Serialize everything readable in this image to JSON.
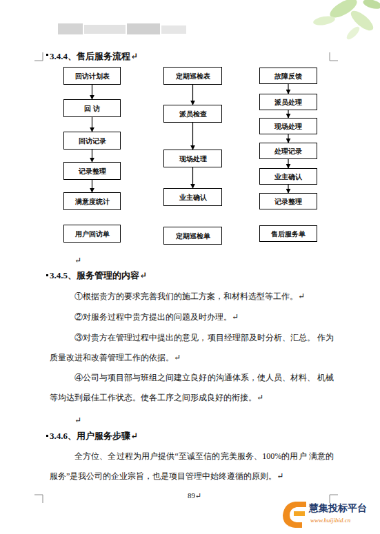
{
  "diagram": {
    "title": "3.4.4、售后服务流程↵",
    "nodes": [
      {
        "text": [
          "回访计划表"
        ]
      },
      {
        "text": [
          "回 访"
        ]
      },
      {
        "text": [
          "回访记录"
        ]
      },
      {
        "text": [
          "记录整理"
        ]
      },
      {
        "text": [
          "满意度统计"
        ]
      },
      {
        "text": [
          "用户回访单"
        ]
      },
      {
        "text": [
          "定期巡检表"
        ]
      },
      {
        "text": [
          "派员检查"
        ]
      },
      {
        "text": [
          "现场处理"
        ]
      },
      {
        "text": [
          "业主确认"
        ]
      },
      {
        "text": [
          "定期巡检单"
        ]
      },
      {
        "text": [
          "故障反馈"
        ]
      },
      {
        "text": [
          "派员处理"
        ]
      },
      {
        "text": [
          "现场处理"
        ]
      },
      {
        "text": [
          "处理记录"
        ]
      },
      {
        "text": [
          "业主确认"
        ]
      },
      {
        "text": [
          "记录整理"
        ]
      },
      {
        "text": [
          "售后服务单"
        ]
      }
    ],
    "edges": [
      {
        "from": 0,
        "to": 1,
        "arrow": "to"
      },
      {
        "from": 1,
        "to": 2,
        "arrow": "to"
      },
      {
        "from": 2,
        "to": 3,
        "arrow": "to"
      },
      {
        "from": 3,
        "to": 4,
        "arrow": "to"
      },
      {
        "from": 6,
        "to": 7,
        "arrow": "to"
      },
      {
        "from": 7,
        "to": 8,
        "arrow": "to"
      },
      {
        "from": 8,
        "to": 9,
        "arrow": "to"
      },
      {
        "from": 11,
        "to": 12,
        "arrow": "to"
      },
      {
        "from": 12,
        "to": 13,
        "arrow": "to"
      },
      {
        "from": 13,
        "to": 14,
        "arrow": "to"
      },
      {
        "from": 14,
        "to": 15,
        "arrow": "to"
      },
      {
        "from": 15,
        "to": 16,
        "arrow": "to"
      }
    ],
    "labels": [
      "↵",
      "3.4.5、服务管理的内容↵",
      "①根据贵方的要求完善我们的施工方案，和材料选型等工作。↵",
      "②对服务过程中贵方提出的问题及时办理。↵",
      "③对贵方在管理过程中提出的意见，项目经理部及时分析、汇总。 作为质量改进和改善管理工作的依据。↵",
      "④公司与项目部与班组之间建立良好的沟通体系，使人员、材料、 机械等均达到最佳工作状态。使各工序之间形成良好的衔接。↵",
      "↵",
      "3.4.6、用户服务步骤↵",
      "全方位、全过程为用户提供“至诚至信的完美服务、100%的用户 满意的服务”是我公司的企业宗旨，也是项目管理中始终遵循的原则。↵",
      "89↵",
      "慧集投标平台",
      "www.huijibid.cn"
    ]
  }
}
